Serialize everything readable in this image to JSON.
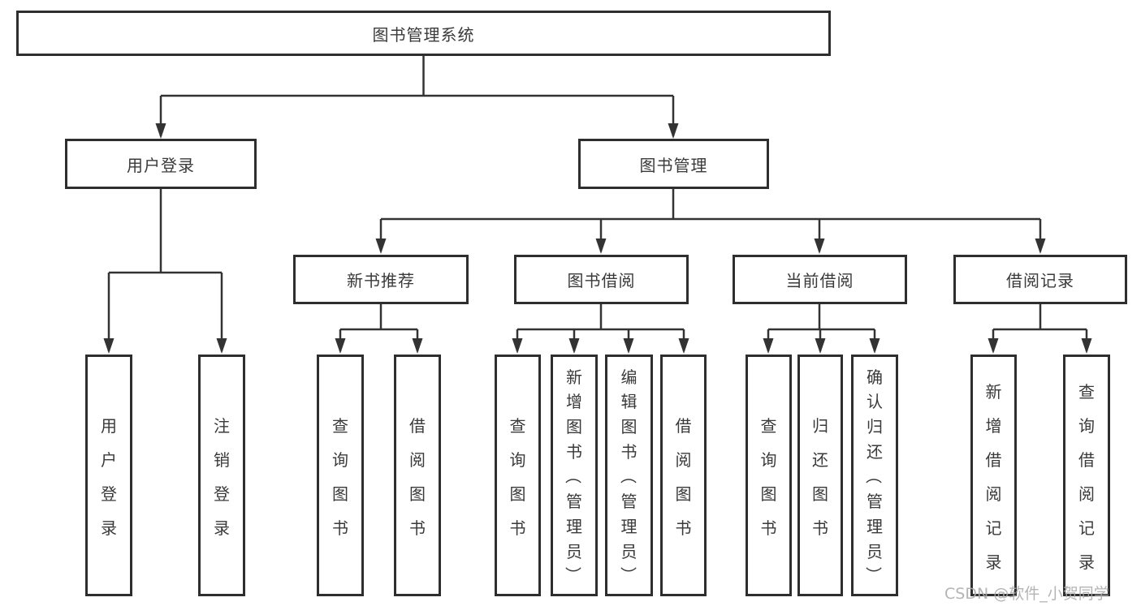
{
  "tree": {
    "label": "图书管理系统",
    "children": [
      {
        "label": "用户登录",
        "children": [
          {
            "label": "用户登录"
          },
          {
            "label": "注销登录"
          }
        ]
      },
      {
        "label": "图书管理",
        "children": [
          {
            "label": "新书推荐",
            "children": [
              {
                "label": "查询图书"
              },
              {
                "label": "借阅图书"
              }
            ]
          },
          {
            "label": "图书借阅",
            "children": [
              {
                "label": "查询图书"
              },
              {
                "label": "新增图书（管理员）"
              },
              {
                "label": "编辑图书（管理员）"
              },
              {
                "label": "借阅图书"
              }
            ]
          },
          {
            "label": "当前借阅",
            "children": [
              {
                "label": "查询图书"
              },
              {
                "label": "归还图书"
              },
              {
                "label": "确认归还（管理员）"
              }
            ]
          },
          {
            "label": "借阅记录",
            "children": [
              {
                "label": "新增借阅记录"
              },
              {
                "label": "查询借阅记录"
              }
            ]
          }
        ]
      }
    ]
  },
  "watermark": "CSDN @软件_小贺同学",
  "colors": {
    "line": "#333333",
    "box_border": "#2e2e2e",
    "text": "#3a3a3a",
    "watermark": "#acacac"
  }
}
